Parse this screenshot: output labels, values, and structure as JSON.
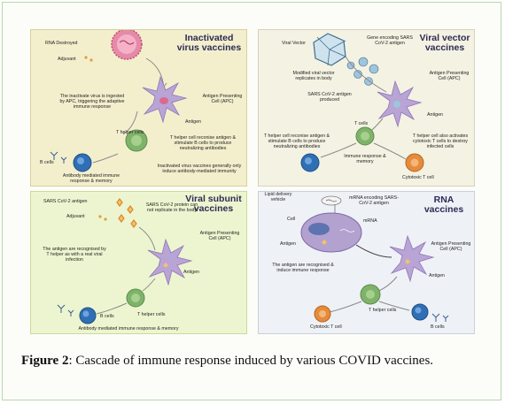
{
  "panels": {
    "inactivated": {
      "title": "Inactivated virus vaccines",
      "labels": {
        "rna_destroyed": "RNA Destroyed",
        "adjuvant": "Adjuvant",
        "apc": "Antigen Presenting Cell (APC)",
        "ingested": "The inactivate virus is ingested by APC, triggering the adaptive immune response",
        "antigen": "Antigen",
        "t_helper": "T helper cells",
        "t_helper_recognise": "T helper cell reconise antigen & stimulate B cells to produce neutralizing antibodies",
        "b_cells": "B cells",
        "antibody": "Antibody mediated immune response & memory",
        "note": "Inactivated virus vaccines generally only induce antibody-mediated immunity"
      }
    },
    "viral_vector": {
      "title": "Viral vector vaccines",
      "labels": {
        "viral_vector": "Viral Vector",
        "gene_encoding": "Gene encoding SARS CoV-2 antigen",
        "modified": "Modified viral vector replicates in body",
        "antigen_produced": "SARS CoV-2 antigen produced",
        "apc": "Antigen Presenting Cell (APC)",
        "antigen": "Antigen",
        "t_cells": "T cells",
        "t_helper_recognise": "T helper cell reconise antigen & stimulate B cells to produce neutralizing antibodies",
        "cytotoxic_activate": "T helper cell also activates cytotoxic T cells to destroy infected cells",
        "immune_memory": "Immune response & memory",
        "cytotoxic": "Cytotoxic T cell"
      }
    },
    "subunit": {
      "title": "Viral subunit vaccines",
      "labels": {
        "antigen_sars": "SARS CoV-2 antigen",
        "protein": "SARS CoV-2 protein can not replicate in the body",
        "adjuvant": "Adjuvant",
        "apc": "Antigen Presenting Cell (APC)",
        "recognised": "The antigen are recognised by T helper as with a real viral infection",
        "antigen": "Antigen",
        "t_helper": "T helper cells",
        "b_cells": "B cells",
        "antibody": "Antibody mediated immune response & memory"
      }
    },
    "rna": {
      "title": "RNA vaccines",
      "labels": {
        "lipid": "Lipid delivery vehicle",
        "mrna_encoding": "mRNA encoding SARS-CoV-2 antigen",
        "cell": "Cell",
        "mrna": "mRNA",
        "antigen": "Antigen",
        "apc": "Antigen Presenting Cell (APC)",
        "recognised": "The antigen are recognised & induce immune response",
        "antigen2": "Antigen",
        "t_helper": "T helper cells",
        "cytotoxic": "Cytotoxic T cell",
        "b_cells": "B cells"
      }
    }
  },
  "caption": {
    "label": "Figure 2",
    "separator": ": ",
    "text": "Cascade of immune response induced by various COVID vaccines."
  },
  "colors": {
    "apc": "#b9a4d6",
    "t_helper": "#7fb36a",
    "b_cell": "#2f6fb5",
    "cytotoxic": "#e58b3b",
    "virus": "#e07a9a",
    "vector": "#6aa6c8",
    "title": "#2d2b55",
    "arrow": "#8a8a8a"
  }
}
